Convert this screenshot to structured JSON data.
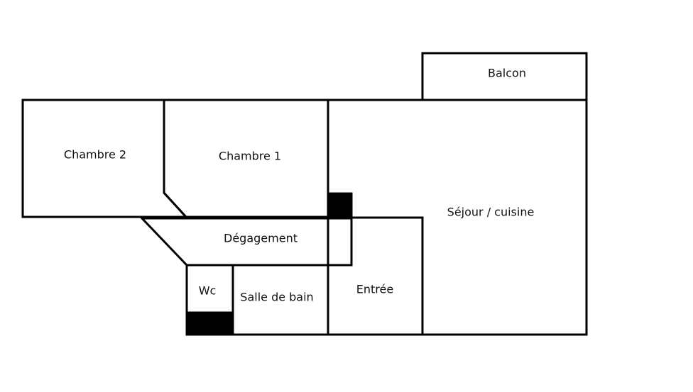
{
  "rooms": {
    "balcon": "Balcon",
    "chambre2": "Chambre 2",
    "chambre1": "Chambre 1",
    "sejour": "Séjour / cuisine",
    "degagement": "Dégagement",
    "wc": "Wc",
    "salle_de_bain": "Salle de bain",
    "entree": "Entrée"
  },
  "colors": {
    "wall": "#000000",
    "background": "#ffffff",
    "text": "#111111"
  }
}
